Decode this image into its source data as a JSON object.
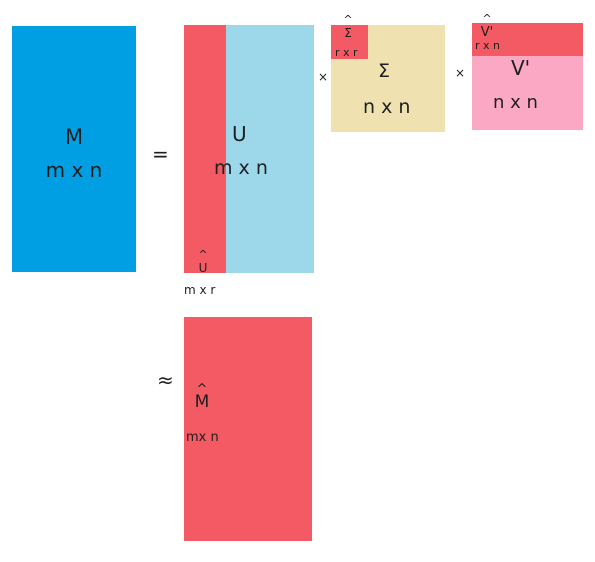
{
  "colors": {
    "m_blue": "#009fe3",
    "u_lightblue": "#9cd8ea",
    "truncated_red": "#f35a64",
    "sigma_beige": "#efe2b0",
    "v_pink": "#fba8c4",
    "text_dark": "#1f1f1f"
  },
  "matrix_m": {
    "name": "M",
    "dims": "m x n"
  },
  "equals_sign": "=",
  "matrix_u": {
    "name": "U",
    "dims": "m x n"
  },
  "u_hat": {
    "hat": "^",
    "name": "U",
    "dims": "m x r"
  },
  "times_1": "×",
  "matrix_sigma": {
    "name": "Σ",
    "dims": "n x n"
  },
  "sigma_hat": {
    "hat": "^",
    "name": "Σ",
    "dims": "r x r"
  },
  "times_2": "×",
  "matrix_v": {
    "name": "V'",
    "dims": "n x n"
  },
  "v_hat": {
    "hat": "^",
    "name": "V'",
    "dims": "r x n"
  },
  "approx_sign": "≈",
  "matrix_m_hat": {
    "hat": "^",
    "name": "M",
    "dims": "mx n"
  }
}
